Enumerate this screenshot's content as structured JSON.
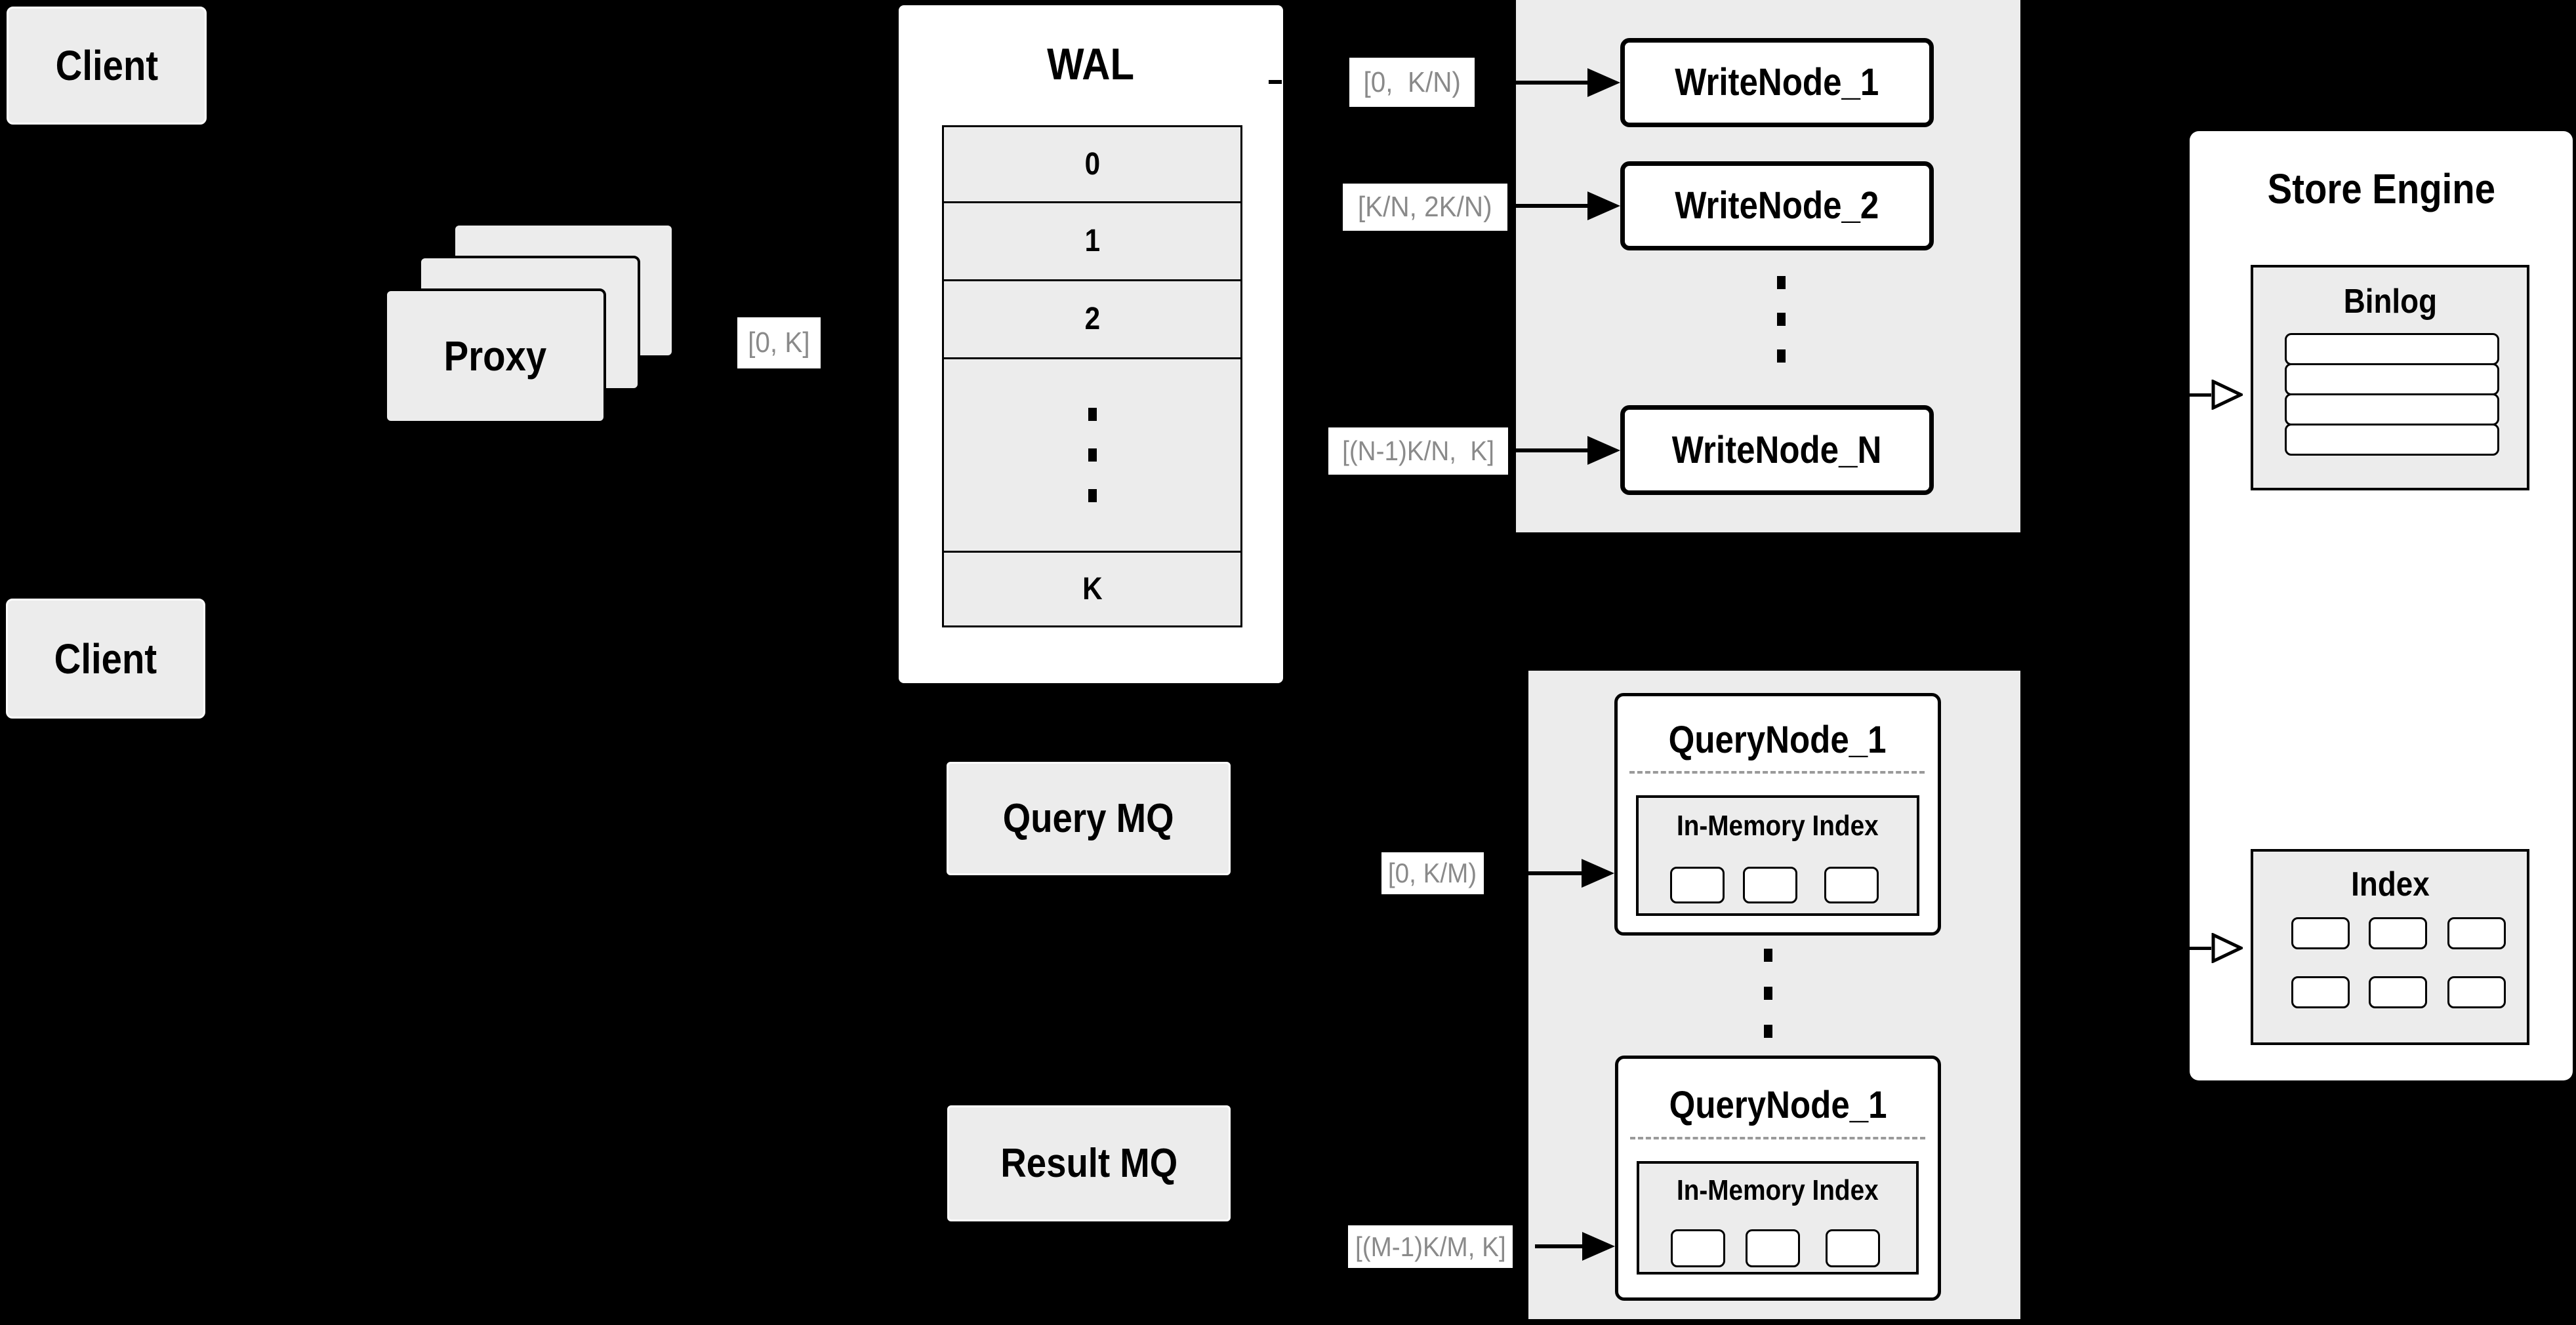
{
  "colors": {
    "background": "#000000",
    "panel_gray": "#ececec",
    "box_white": "#ffffff",
    "border_black": "#000000",
    "label_text_gray": "#8a8a8a",
    "dash_gray": "#9a9a9a"
  },
  "client_top": {
    "label": "Client"
  },
  "client_bottom": {
    "label": "Client"
  },
  "proxy": {
    "label": "Proxy"
  },
  "wal": {
    "title": "WAL",
    "rows": [
      "0",
      "1",
      "2"
    ],
    "row_last": "K"
  },
  "mq": {
    "query": "Query MQ",
    "result": "Result MQ"
  },
  "write_group": {
    "nodes": [
      "WriteNode_1",
      "WriteNode_2",
      "WriteNode_N"
    ]
  },
  "query_group": {
    "nodes": [
      {
        "title": "QueryNode_1",
        "inner": "In-Memory Index"
      },
      {
        "title": "QueryNode_1",
        "inner": "In-Memory Index"
      }
    ]
  },
  "store_engine": {
    "title": "Store Engine",
    "binlog": "Binlog",
    "index": "Index"
  },
  "range_labels": {
    "proxy_out": "[0, K]",
    "write_1": "[0,  K/N)",
    "write_2": "[K/N, 2K/N)",
    "write_n": "[(N-1)K/N,  K]",
    "query_1": "[0, K/M)",
    "query_m": "[(M-1)K/M, K]"
  }
}
